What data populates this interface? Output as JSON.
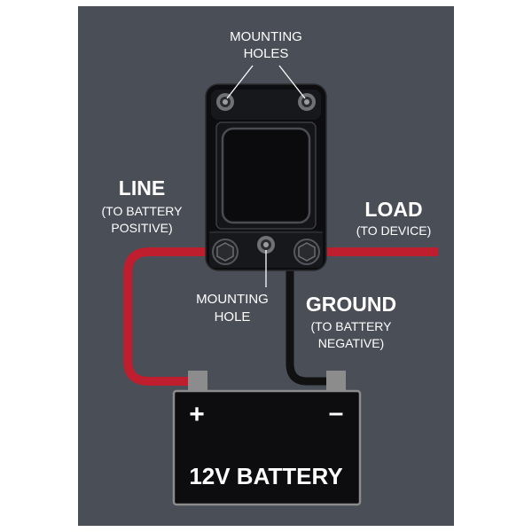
{
  "labels": {
    "mounting_holes_top_line1": "MOUNTING",
    "mounting_holes_top_line2": "HOLES",
    "line_title": "LINE",
    "line_sub1": "(TO BATTERY",
    "line_sub2": "POSITIVE)",
    "load_title": "LOAD",
    "load_sub": "(TO DEVICE)",
    "mounting_hole_bottom_line1": "MOUNTING",
    "mounting_hole_bottom_line2": "HOLE",
    "ground_title": "GROUND",
    "ground_sub1": "(TO BATTERY",
    "ground_sub2": "NEGATIVE)"
  },
  "battery": {
    "label": "12V BATTERY",
    "plus_symbol": "+",
    "minus_symbol": "–"
  },
  "icons": {
    "breaker": "circuit-breaker-icon",
    "battery": "battery-icon",
    "screw": "screw-icon"
  },
  "colors": {
    "panel": "#4a4e57",
    "background": "#ffffff",
    "body": "#0d0d0f",
    "red_wire": "#be1e2d",
    "black_wire": "#111111",
    "text": "#ffffff",
    "terminal": "#8c8c8c"
  }
}
